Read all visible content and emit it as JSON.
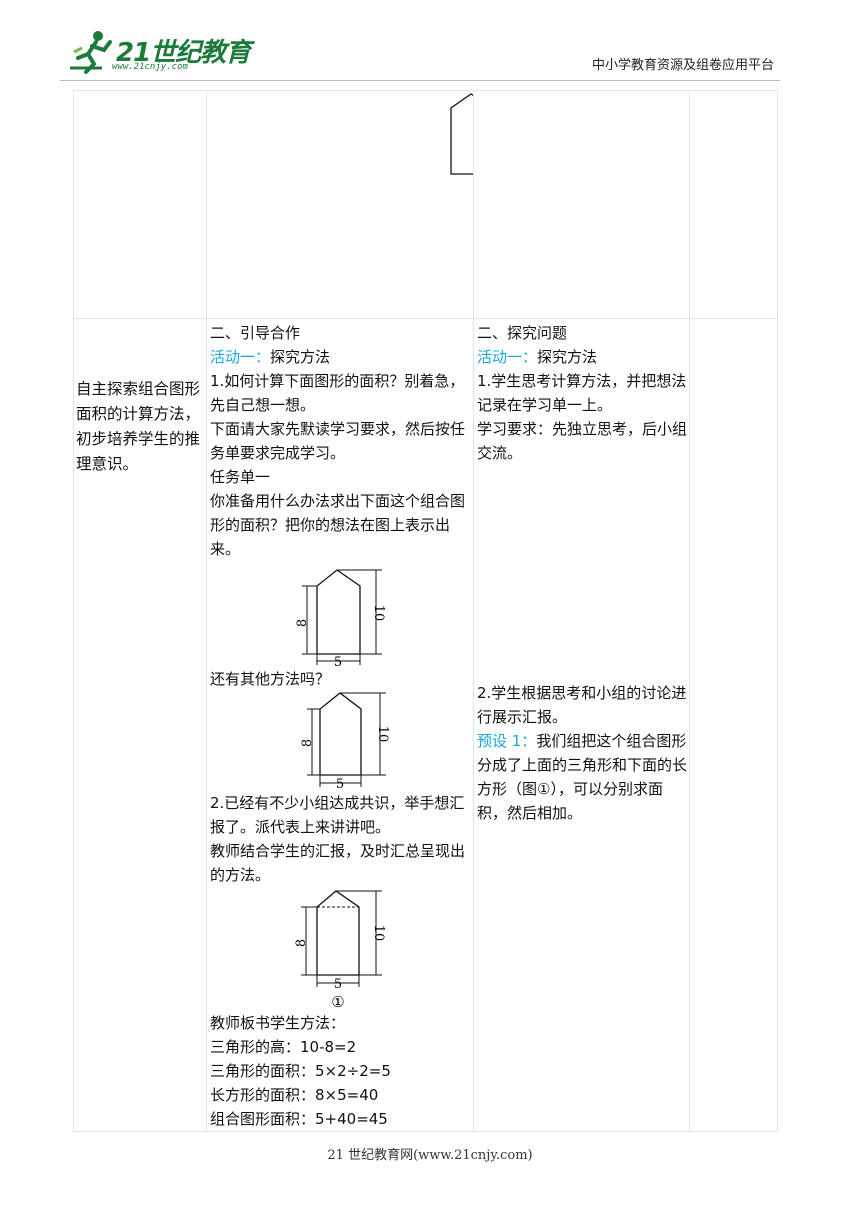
{
  "header": {
    "logo_text": "21世纪教育",
    "logo_sub": "www.21cnjy.com",
    "platform": "中小学教育资源及组卷应用平台"
  },
  "row2": {
    "objective": "自主探索组合图形面积的计算方法，初步培养学生的推理意识。",
    "teacher": {
      "heading": "二、引导合作",
      "activity_label": "活动一：",
      "activity_title": "探究方法",
      "q1": "1.如何计算下面图形的面积？别着急，先自己想一想。",
      "instruction": "下面请大家先默读学习要求，然后按任务单要求完成学习。",
      "task_title": "任务单一",
      "task_text": "你准备用什么办法求出下面这个组合图形的面积？把你的想法在图上表示出来。",
      "other": "还有其他方法吗？",
      "q2": "2.已经有不少小组达成共识，举手想汇报了。派代表上来讲讲吧。",
      "summary": "教师结合学生的汇报，及时汇总呈现出的方法。",
      "board_title": "教师板书学生方法：",
      "calc1": "三角形的高：10-8=2",
      "calc2": "三角形的面积：5×2÷2=5",
      "calc3": "长方形的面积：8×5=40",
      "calc4": "组合图形面积：5+40=45"
    },
    "student": {
      "heading": "二、探究问题",
      "activity_label": "活动一：",
      "activity_title": "探究方法",
      "s1": "1.学生思考计算方法，并把想法记录在学习单一上。",
      "req": "学习要求：先独立思考，后小组交流。",
      "s2": "2.学生根据思考和小组的讨论进行展示汇报。",
      "preset_label": "预设 1：",
      "preset_text": "我们组把这个组合图形分成了上面的三角形和下面的长方形（图①），可以分别求面积，然后相加。"
    }
  },
  "figure": {
    "side_label": "8",
    "total_label": "10",
    "base_label": "5",
    "circle_label": "①"
  },
  "footer": {
    "text": "21 世纪教育网(www.21cnjy.com)"
  },
  "colors": {
    "accent": "#17a8d8",
    "logo_green": "#1c7a3a",
    "border": "#d8e8f0"
  }
}
